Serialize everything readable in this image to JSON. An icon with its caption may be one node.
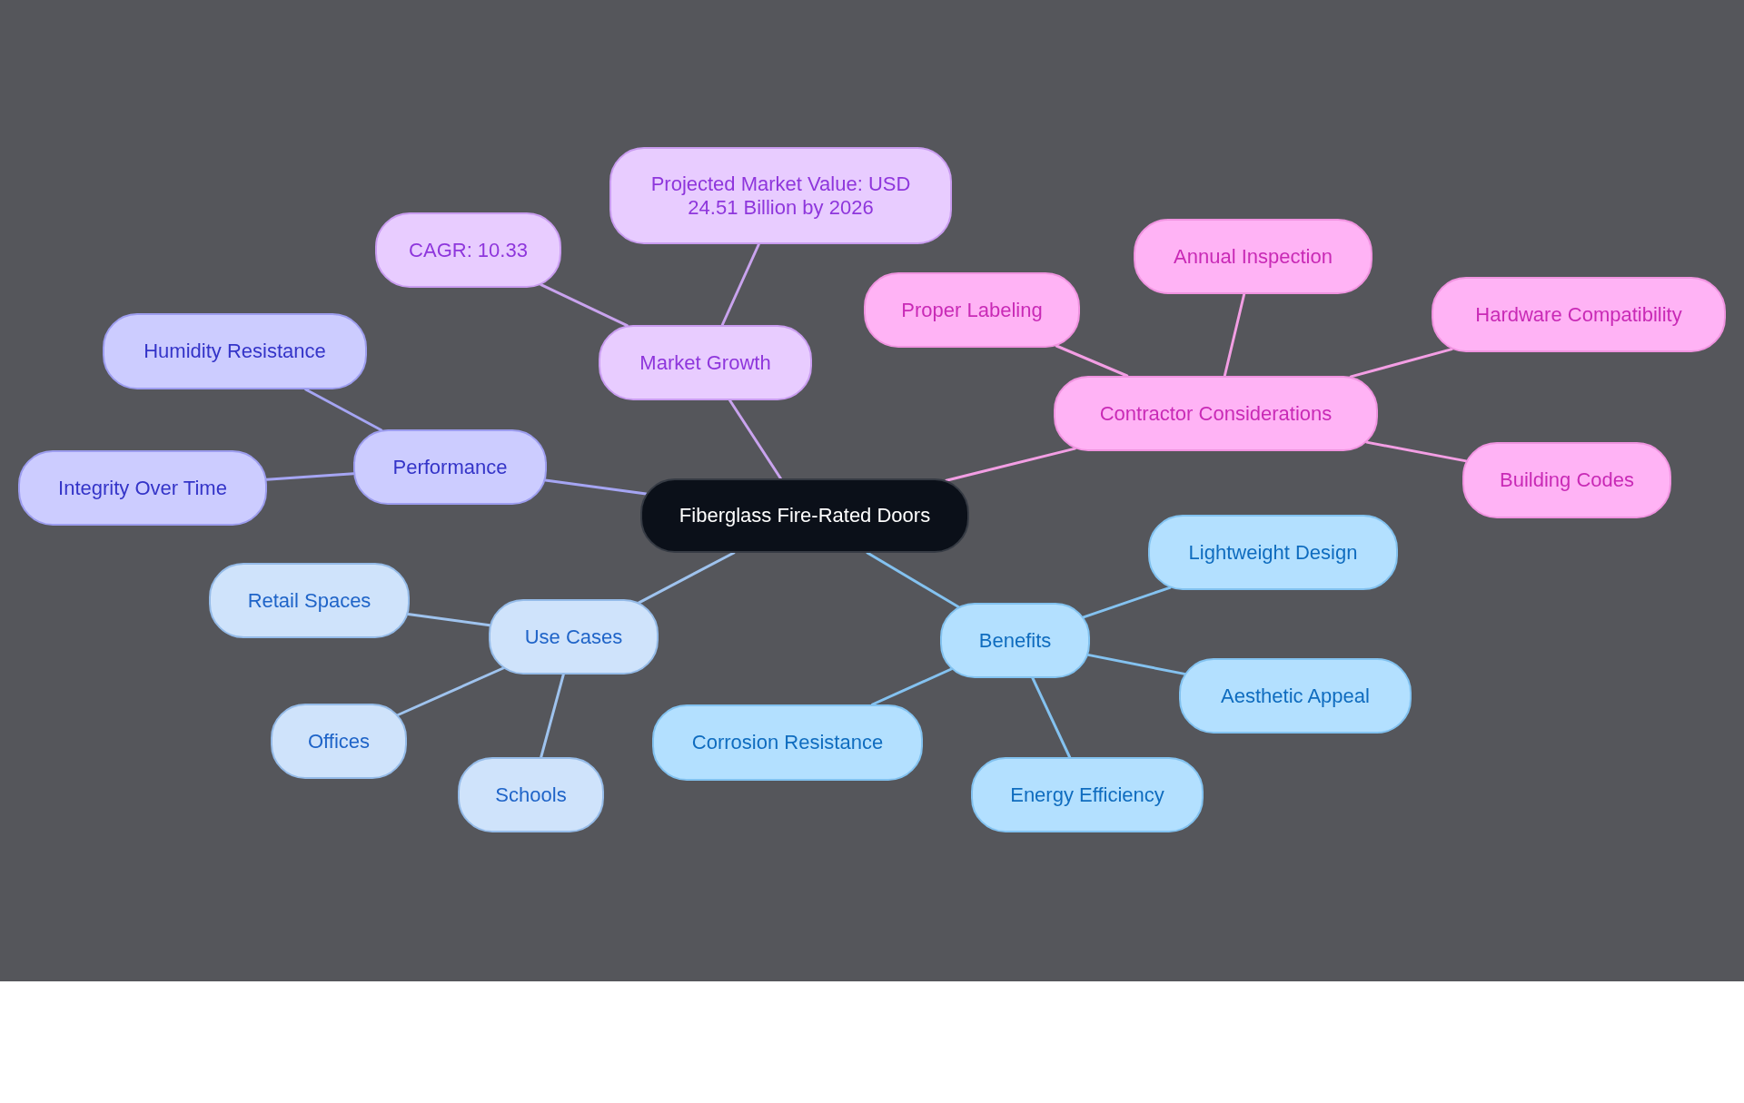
{
  "diagram": {
    "nodes": [
      {
        "text": [
          "Fiberglass Fire-Rated Doors"
        ]
      },
      {
        "text": [
          "Market Growth"
        ]
      },
      {
        "text": [
          "Projected Market Value: USD 24.51 Billion by 2026"
        ]
      },
      {
        "text": [
          "CAGR: 10.33"
        ]
      },
      {
        "text": [
          "Performance"
        ]
      },
      {
        "text": [
          "Humidity Resistance"
        ]
      },
      {
        "text": [
          "Integrity Over Time"
        ]
      },
      {
        "text": [
          "Contractor Considerations"
        ]
      },
      {
        "text": [
          "Proper Labeling"
        ]
      },
      {
        "text": [
          "Annual Inspection"
        ]
      },
      {
        "text": [
          "Hardware Compatibility"
        ]
      },
      {
        "text": [
          "Building Codes"
        ]
      },
      {
        "text": [
          "Use Cases"
        ]
      },
      {
        "text": [
          "Retail Spaces"
        ]
      },
      {
        "text": [
          "Offices"
        ]
      },
      {
        "text": [
          "Schools"
        ]
      },
      {
        "text": [
          "Benefits"
        ]
      },
      {
        "text": [
          "Lightweight Design"
        ]
      },
      {
        "text": [
          "Aesthetic Appeal"
        ]
      },
      {
        "text": [
          "Corrosion Resistance"
        ]
      },
      {
        "text": [
          "Energy Efficiency"
        ]
      }
    ],
    "edges": [
      {
        "from": 0,
        "to": 1,
        "arrow": "none",
        "color": "#c9a3ee"
      },
      {
        "from": 1,
        "to": 2,
        "arrow": "none",
        "color": "#c9a3ee"
      },
      {
        "from": 1,
        "to": 3,
        "arrow": "none",
        "color": "#c9a3ee"
      },
      {
        "from": 0,
        "to": 4,
        "arrow": "none",
        "color": "#a5a5f3"
      },
      {
        "from": 4,
        "to": 5,
        "arrow": "none",
        "color": "#a5a5f3"
      },
      {
        "from": 4,
        "to": 6,
        "arrow": "none",
        "color": "#a5a5f3"
      },
      {
        "from": 0,
        "to": 7,
        "arrow": "none",
        "color": "#f39ee4"
      },
      {
        "from": 7,
        "to": 8,
        "arrow": "none",
        "color": "#f39ee4"
      },
      {
        "from": 7,
        "to": 9,
        "arrow": "none",
        "color": "#f39ee4"
      },
      {
        "from": 7,
        "to": 10,
        "arrow": "none",
        "color": "#f39ee4"
      },
      {
        "from": 7,
        "to": 11,
        "arrow": "none",
        "color": "#f39ee4"
      },
      {
        "from": 0,
        "to": 12,
        "arrow": "none",
        "color": "#9fc3ee"
      },
      {
        "from": 12,
        "to": 13,
        "arrow": "none",
        "color": "#9fc3ee"
      },
      {
        "from": 12,
        "to": 14,
        "arrow": "none",
        "color": "#9fc3ee"
      },
      {
        "from": 12,
        "to": 15,
        "arrow": "none",
        "color": "#9fc3ee"
      },
      {
        "from": 0,
        "to": 16,
        "arrow": "none",
        "color": "#84c2f0"
      },
      {
        "from": 16,
        "to": 17,
        "arrow": "none",
        "color": "#84c2f0"
      },
      {
        "from": 16,
        "to": 18,
        "arrow": "none",
        "color": "#84c2f0"
      },
      {
        "from": 16,
        "to": 19,
        "arrow": "none",
        "color": "#84c2f0"
      },
      {
        "from": 16,
        "to": 20,
        "arrow": "none",
        "color": "#84c2f0"
      }
    ]
  }
}
